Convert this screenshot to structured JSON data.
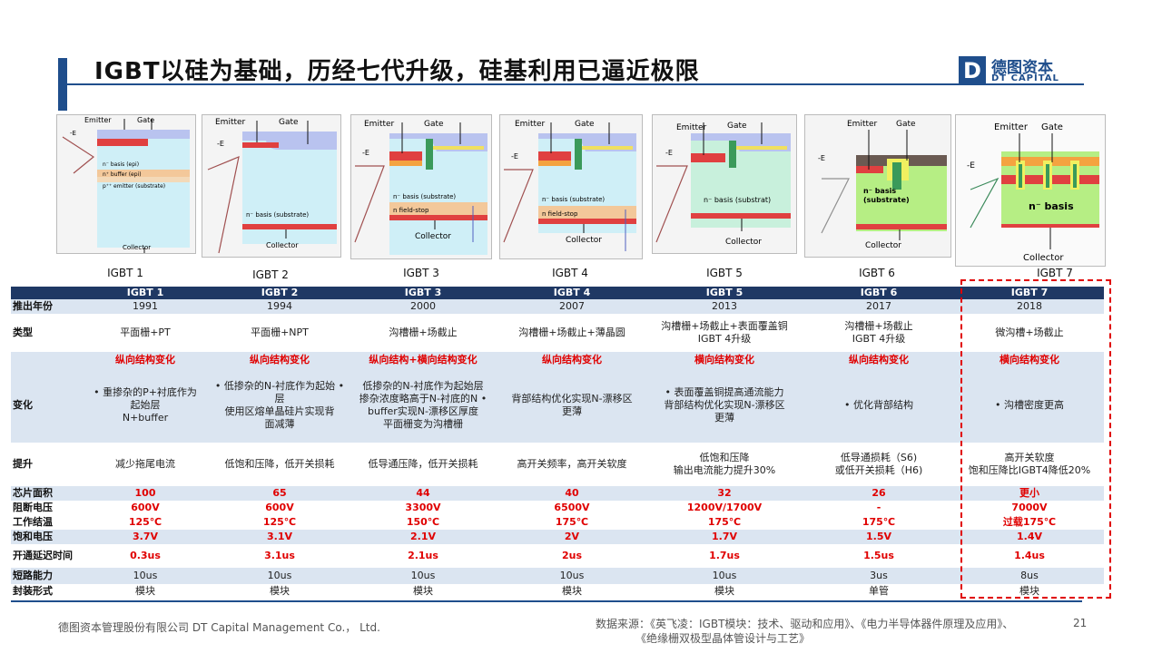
{
  "title": "IGBT以硅为基础，历经七代升级，硅基利用已逼近极限",
  "logo": {
    "mark": "D",
    "cn": "德图资本",
    "en": "DT CAPITAL"
  },
  "diagram_text": {
    "emitter": "Emitter",
    "gate": "Gate",
    "collector": "Collector",
    "e_axis": "-E",
    "d1": [
      "n⁻ basis (epi)",
      "n⁺ buffer (epi)",
      "p⁺⁺ emitter (substrate)"
    ],
    "d2": [
      "n⁻ basis (substrate)"
    ],
    "d3": [
      "n⁻ basis (substrate)",
      "n field-stop"
    ],
    "d4": [
      "n⁻ basis (substrate)",
      "n field-stop"
    ],
    "d5": [
      "n⁻ basis (substrat)"
    ],
    "d6": [
      "n⁻ basis",
      "(substrate)"
    ],
    "d7": [
      "n⁻ basis"
    ]
  },
  "generations": [
    "IGBT 1",
    "IGBT 2",
    "IGBT 3",
    "IGBT 4",
    "IGBT 5",
    "IGBT 6",
    "IGBT 7"
  ],
  "table": {
    "header": [
      "",
      "IGBT 1",
      "IGBT 2",
      "IGBT 3",
      "IGBT 4",
      "IGBT 5",
      "IGBT 6",
      "IGBT 7"
    ],
    "year": {
      "label": "推出年份",
      "values": [
        "1991",
        "1994",
        "2000",
        "2007",
        "2013",
        "2017",
        "2018"
      ]
    },
    "type": {
      "label": "类型",
      "values": [
        "平面栅+PT",
        "平面栅+NPT",
        "沟槽栅+场截止",
        "沟槽栅+场截止+薄晶圆",
        "沟槽栅+场截止+表面覆盖铜\nIGBT 4升级",
        "沟槽栅+场截止\nIGBT 4升级",
        "微沟槽+场截止"
      ]
    },
    "change_heading": {
      "values": [
        "纵向结构变化",
        "纵向结构变化",
        "纵向结构+横向结构变化",
        "纵向结构变化",
        "横向结构变化",
        "纵向结构变化",
        "横向结构变化"
      ]
    },
    "change": {
      "label": "变化",
      "values": [
        "•   重掺杂的P+衬底作为\n起始层\nN+buffer",
        "•  低掺杂的N-衬底作为起始 •\n层\n使用区熔单晶硅片实现背\n面减薄",
        "低掺杂的N-衬底作为起始层\n掺杂浓度略高于N-衬底的N •\nbuffer实现N-漂移区厚度\n平面栅变为沟槽栅",
        "背部结构优化实现N-漂移区\n更薄",
        "•  表面覆盖铜提高通流能力\n背部结构优化实现N-漂移区\n更薄",
        "•   优化背部结构",
        "•   沟槽密度更高"
      ]
    },
    "improve": {
      "label": "提升",
      "values": [
        "减少拖尾电流",
        "低饱和压降，低开关损耗",
        "低导通压降，低开关损耗",
        "高开关频率，高开关软度",
        "低饱和压降\n输出电流能力提升30%",
        "低导通损耗（S6)\n或低开关损耗（H6)",
        "高开关软度\n饱和压降比IGBT4降低20%"
      ]
    },
    "area": {
      "label": "芯片面积",
      "values": [
        "100",
        "65",
        "44",
        "40",
        "32",
        "26",
        "更小"
      ]
    },
    "voltage": {
      "label": "阻断电压",
      "values": [
        "600V",
        "600V",
        "3300V",
        "6500V",
        "1200V/1700V",
        "-",
        "7000V"
      ]
    },
    "temp": {
      "label": "工作结温",
      "values": [
        "125℃",
        "125℃",
        "150℃",
        "175℃",
        "175℃",
        "175℃",
        "过载175℃"
      ]
    },
    "vsat": {
      "label": "饱和电压",
      "values": [
        "3.7V",
        "3.1V",
        "2.1V",
        "2V",
        "1.7V",
        "1.5V",
        "1.4V"
      ]
    },
    "delay": {
      "label": "开通延迟时间",
      "values": [
        "0.3us",
        "3.1us",
        "2.1us",
        "2us",
        "1.7us",
        "1.5us",
        "1.4us"
      ]
    },
    "short": {
      "label": "短路能力",
      "values": [
        "10us",
        "10us",
        "10us",
        "10us",
        "10us",
        "3us",
        "8us"
      ]
    },
    "package": {
      "label": "封装形式",
      "values": [
        "模块",
        "模块",
        "模块",
        "模块",
        "模块",
        "单管",
        "模块"
      ]
    }
  },
  "footer": {
    "company": "德图资本管理股份有限公司 DT Capital Management Co.， Ltd.",
    "source_line1": "数据来源：《英飞凌：IGBT模块：技术、驱动和应用》、《电力半导体器件原理及应用》、",
    "source_line2": "《绝缘栅双极型晶体管设计与工艺》",
    "page": "21"
  },
  "colors": {
    "brand": "#1f4e8c",
    "header": "#1f3864",
    "band": "#dbe5f1",
    "highlight": "#e00000"
  }
}
